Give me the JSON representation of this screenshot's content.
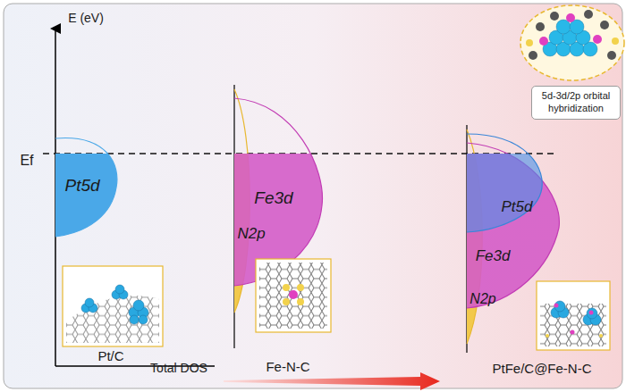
{
  "diagram": {
    "nodes": [
      {
        "text": [
          "5d-3d/2p orbital hybridization"
        ]
      }
    ],
    "labels": [
      "E (eV)",
      "Ef",
      "Pt5d",
      "Pt/C",
      "Total DOS",
      "Fe3d",
      "N2p",
      "Fe-N-C",
      "Pt5d",
      "Fe3d",
      "N2p",
      "PtFe/C@Fe-N-C"
    ]
  }
}
